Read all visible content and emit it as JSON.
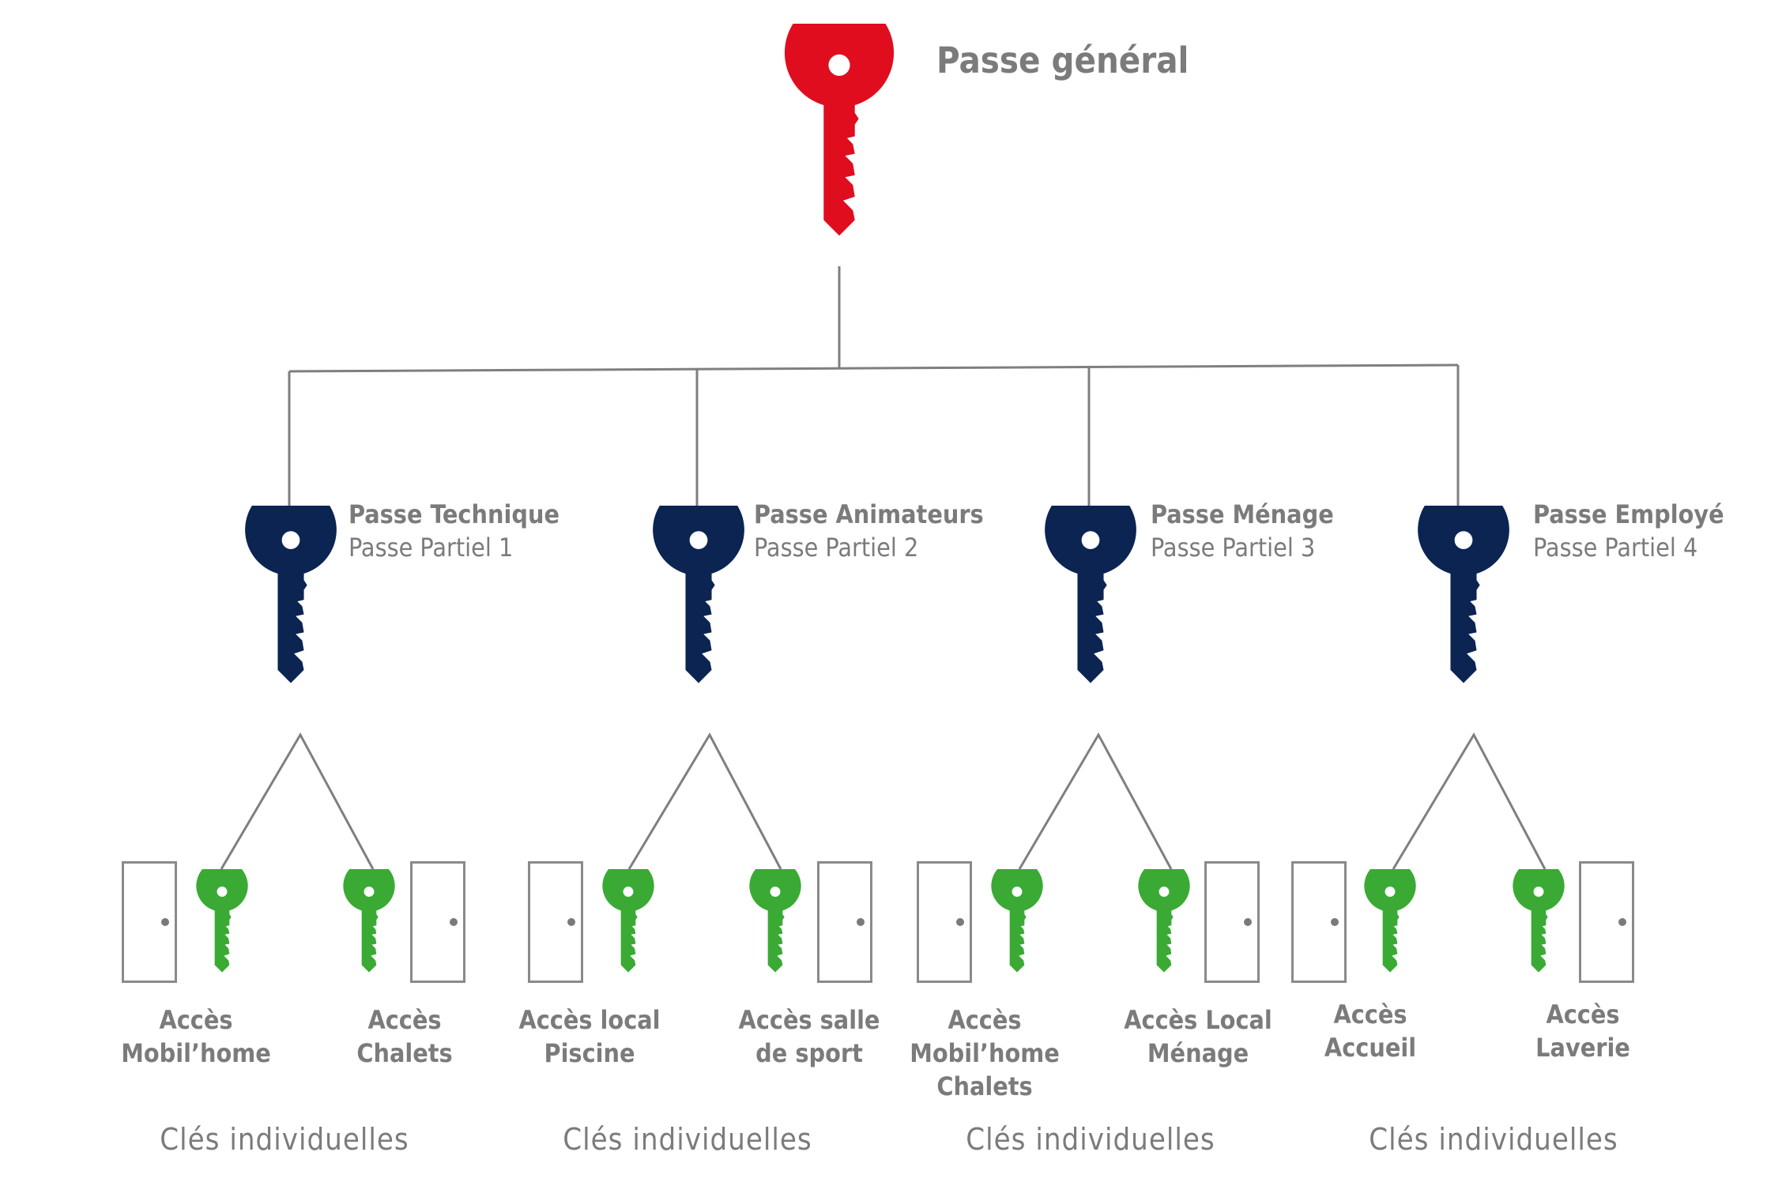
{
  "root": {
    "title": "Passe général",
    "color": "#e00d1f"
  },
  "colors": {
    "partial": "#0b2452",
    "individual": "#3aaa35",
    "lines": "#7f7f7f",
    "text": "#7b7b7b"
  },
  "partials": [
    {
      "title": "Passe Technique",
      "subtitle": "Passe Partiel 1"
    },
    {
      "title": "Passe Animateurs",
      "subtitle": "Passe Partiel 2"
    },
    {
      "title": "Passe Ménage",
      "subtitle": "Passe Partiel 3"
    },
    {
      "title": "Passe Employé",
      "subtitle": "Passe Partiel 4"
    }
  ],
  "groups": [
    {
      "label": "Clés individuelles",
      "access": [
        "Accès\nMobil’home",
        "Accès\nChalets"
      ]
    },
    {
      "label": "Clés individuelles",
      "access": [
        "Accès local\nPiscine",
        "Accès salle\nde sport"
      ]
    },
    {
      "label": "Clés individuelles",
      "access": [
        "Accès\nMobil’home\nChalets",
        "Accès Local\nMénage"
      ]
    },
    {
      "label": "Clés individuelles",
      "access": [
        "Accès\nAccueil",
        "Accès\nLaverie"
      ]
    }
  ]
}
